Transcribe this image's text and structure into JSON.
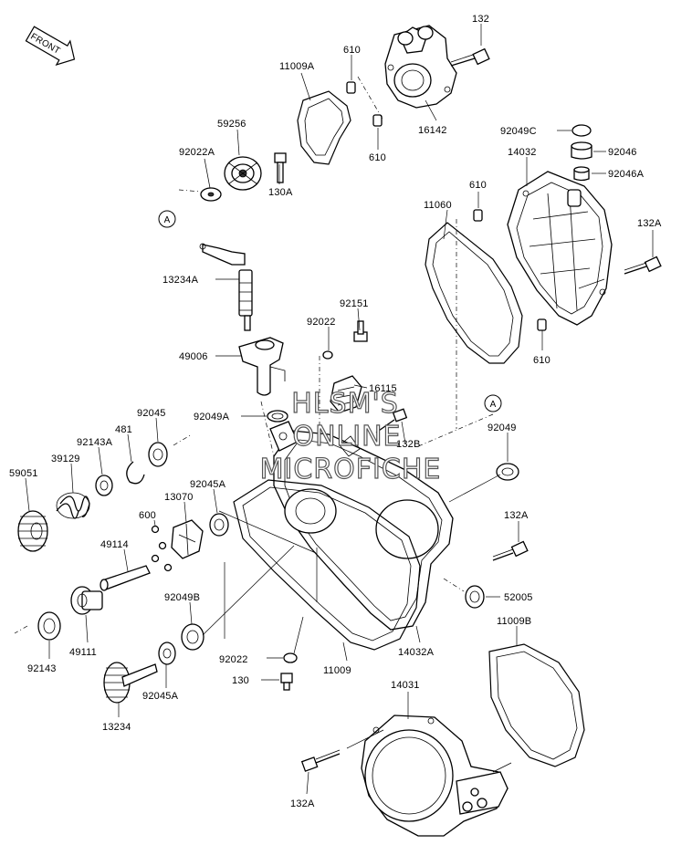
{
  "front_badge": "FRONT",
  "watermark": [
    "HLSM'S",
    "ONLINE",
    "MICROFICHE"
  ],
  "ref_marker": "A",
  "parts": {
    "p132_top": "132",
    "p610_a": "610",
    "p11009A": "11009A",
    "p610_b": "610",
    "p16142": "16142",
    "p59256": "59256",
    "p92022A": "92022A",
    "p130A": "130A",
    "p92049C": "92049C",
    "p92046": "92046",
    "p14032": "14032",
    "p92046A": "92046A",
    "p610_c": "610",
    "p11060": "11060",
    "p132A_right": "132A",
    "p13234A": "13234A",
    "p92151": "92151",
    "p92022_mid": "92022",
    "p610_d": "610",
    "p49006": "49006",
    "p16115": "16115",
    "p92049A": "92049A",
    "p132B": "132B",
    "p92049": "92049",
    "p92045": "92045",
    "p481": "481",
    "p92143A": "92143A",
    "p39129": "39129",
    "p59051": "59051",
    "p92045A_upper": "92045A",
    "p13070": "13070",
    "p600": "600",
    "p132A_mid": "132A",
    "p49114": "49114",
    "p52005": "52005",
    "p92049B": "92049B",
    "p11009B": "11009B",
    "p92143": "92143",
    "p49111": "49111",
    "p14032A": "14032A",
    "p92022_low": "92022",
    "p11009": "11009",
    "p130": "130",
    "p14031": "14031",
    "p92045A_lower": "92045A",
    "p13234": "13234",
    "p132A_bottom": "132A"
  }
}
